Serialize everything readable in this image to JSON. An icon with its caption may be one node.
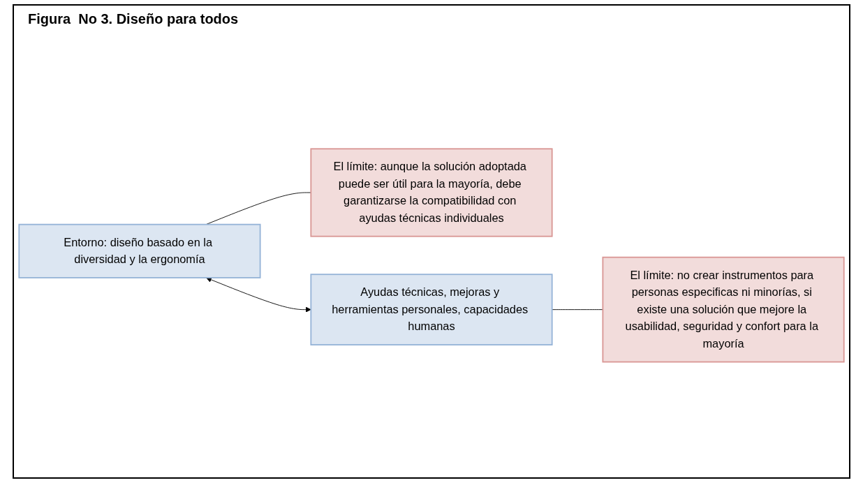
{
  "diagram": {
    "title": "Figura  No 3. Diseño para todos",
    "nodes": [
      {
        "text": [
          "Entorno: diseño basado en la diversidad y la ergonomía"
        ]
      },
      {
        "text": [
          "El límite: aunque la solución adoptada puede ser útil para la mayoría, debe garantizarse la compatibilidad con ayudas técnicas individuales"
        ]
      },
      {
        "text": [
          "Ayudas técnicas, mejoras y herramientas personales, capacidades humanas"
        ]
      },
      {
        "text": [
          "El límite: no crear instrumentos para personas especificas ni minorías, si existe una solución que mejore la usabilidad, seguridad y confort para la mayoría"
        ]
      }
    ],
    "edges": [
      {
        "from": 0,
        "to": 1,
        "arrow": "none"
      },
      {
        "from": 0,
        "to": 2,
        "arrow": "both"
      },
      {
        "from": 2,
        "to": 3,
        "arrow": "none"
      }
    ]
  }
}
